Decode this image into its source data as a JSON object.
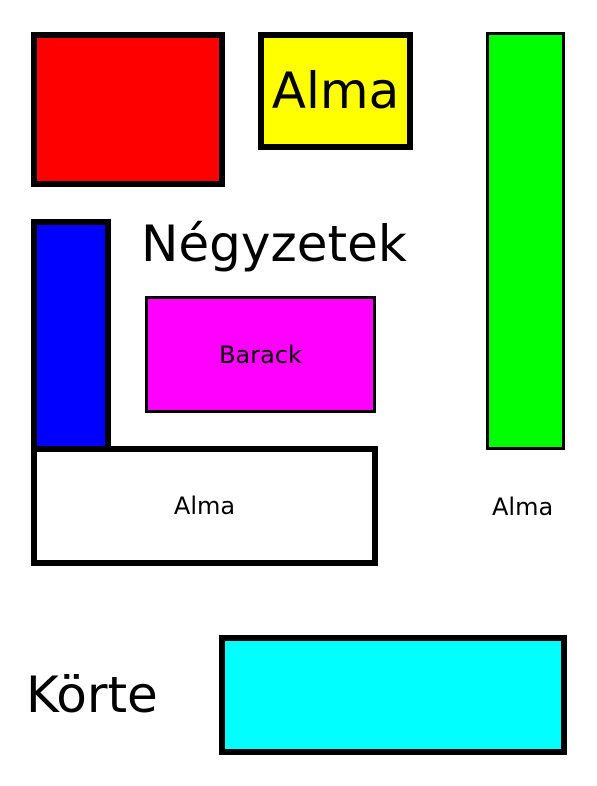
{
  "colors": {
    "red": "#ff0000",
    "yellow": "#ffff00",
    "green": "#00ff00",
    "blue": "#0000ff",
    "magenta": "#ff00ff",
    "white": "#ffffff",
    "cyan": "#00ffff",
    "border": "#000000",
    "text": "#000000"
  },
  "boxes": {
    "red": {
      "label": ""
    },
    "yellow": {
      "label": "Alma"
    },
    "green": {
      "label": ""
    },
    "blue": {
      "label": ""
    },
    "magenta": {
      "label": "Barack"
    },
    "white": {
      "label": "Alma"
    },
    "cyan": {
      "label": ""
    }
  },
  "labels": {
    "title": "Négyzetek",
    "side": "Alma",
    "korte": "Körte"
  }
}
